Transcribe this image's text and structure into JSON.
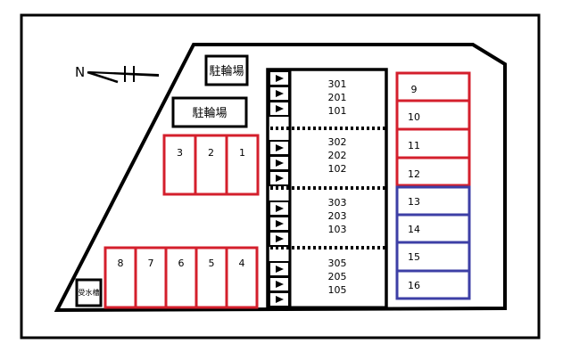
{
  "compass": {
    "label": "N"
  },
  "bike_parking": {
    "label": "駐輪場"
  },
  "tank": {
    "label": "受水槽"
  },
  "colors": {
    "outline": "#000000",
    "red": "#d41f2c",
    "blue": "#3d3fa6",
    "dots": "#000000"
  },
  "parking_upper": [
    "3",
    "2",
    "1"
  ],
  "parking_lower": [
    "8",
    "7",
    "6",
    "5",
    "4"
  ],
  "parking_right_red": [
    "9",
    "10",
    "11",
    "12"
  ],
  "parking_right_blue": [
    "13",
    "14",
    "15",
    "16"
  ],
  "units": [
    {
      "top": "301",
      "mid": "201",
      "bottom": "101"
    },
    {
      "top": "302",
      "mid": "202",
      "bottom": "102"
    },
    {
      "top": "303",
      "mid": "203",
      "bottom": "103"
    },
    {
      "top": "305",
      "mid": "205",
      "bottom": "105"
    }
  ]
}
